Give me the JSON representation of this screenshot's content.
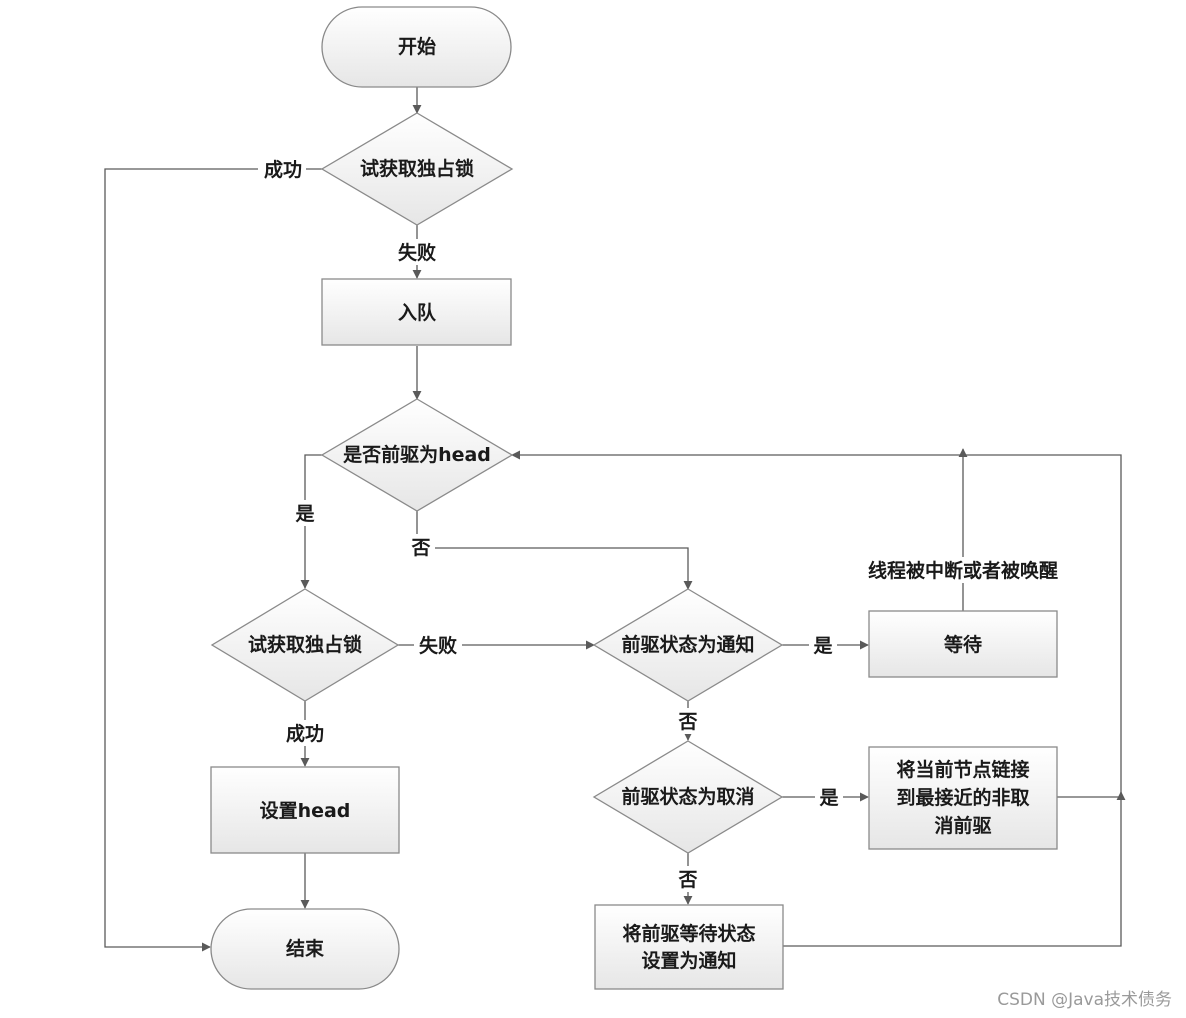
{
  "nodes": {
    "start": "开始",
    "try_lock_1": "试获取独占锁",
    "enqueue": "入队",
    "is_pred_head": "是否前驱为head",
    "try_lock_2": "试获取独占锁",
    "set_head": "设置head",
    "end": "结束",
    "pred_signal": "前驱状态为通知",
    "wait": "等待",
    "pred_cancelled": "前驱状态为取消",
    "link_pred": [
      "将当前节点链接",
      "到最接近的非取",
      "消前驱"
    ],
    "set_pred_signal": [
      "将前驱等待状态",
      "设置为通知"
    ]
  },
  "edges": {
    "success_1": "成功",
    "fail_1": "失败",
    "yes_1": "是",
    "no_1": "否",
    "fail_2": "失败",
    "success_2": "成功",
    "yes_2": "是",
    "no_2": "否",
    "yes_3": "是",
    "no_3": "否",
    "interrupted": "线程被中断或者被唤醒"
  },
  "watermark": "CSDN @Java技术债务"
}
